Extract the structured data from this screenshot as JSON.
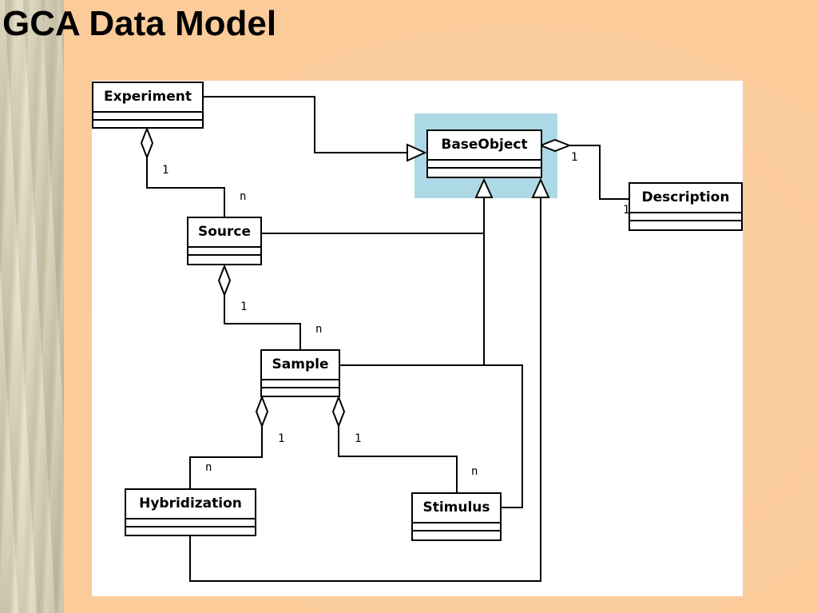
{
  "slide": {
    "title": "GCA Data Model"
  },
  "diagram": {
    "highlight_color": "#add8e6",
    "classes": {
      "experiment": "Experiment",
      "base_object": "BaseObject",
      "description": "Description",
      "source": "Source",
      "sample": "Sample",
      "hybridization": "Hybridization",
      "stimulus": "Stimulus"
    },
    "multiplicities": {
      "experiment_source_one": "1",
      "experiment_source_many": "n",
      "base_description_one": "1",
      "base_description_other": "1",
      "source_sample_one": "1",
      "source_sample_many": "n",
      "sample_hyb_one": "1",
      "sample_hyb_many": "n",
      "sample_stim_one": "1",
      "sample_stim_many": "n"
    }
  }
}
